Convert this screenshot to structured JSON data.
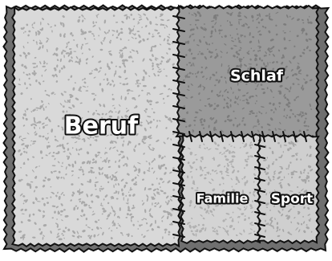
{
  "patches": [
    {
      "id": "beruf",
      "label": "Beruf",
      "fill": "#d9d9d9",
      "speckle": "#a9a9a9"
    },
    {
      "id": "schlaf",
      "label": "Schlaf",
      "fill": "#9a9a9a",
      "speckle": "#7c7c7c"
    },
    {
      "id": "familie",
      "label": "Familie",
      "fill": "#d4d4d4",
      "speckle": "#b0b0b0"
    },
    {
      "id": "sport",
      "label": "Sport",
      "fill": "#cfcfcf",
      "speckle": "#a6a6a6"
    }
  ],
  "colors": {
    "shadow": "#6f6f6f",
    "outline": "#111111",
    "label_fill": "#ffffff",
    "label_outline": "#111111"
  }
}
